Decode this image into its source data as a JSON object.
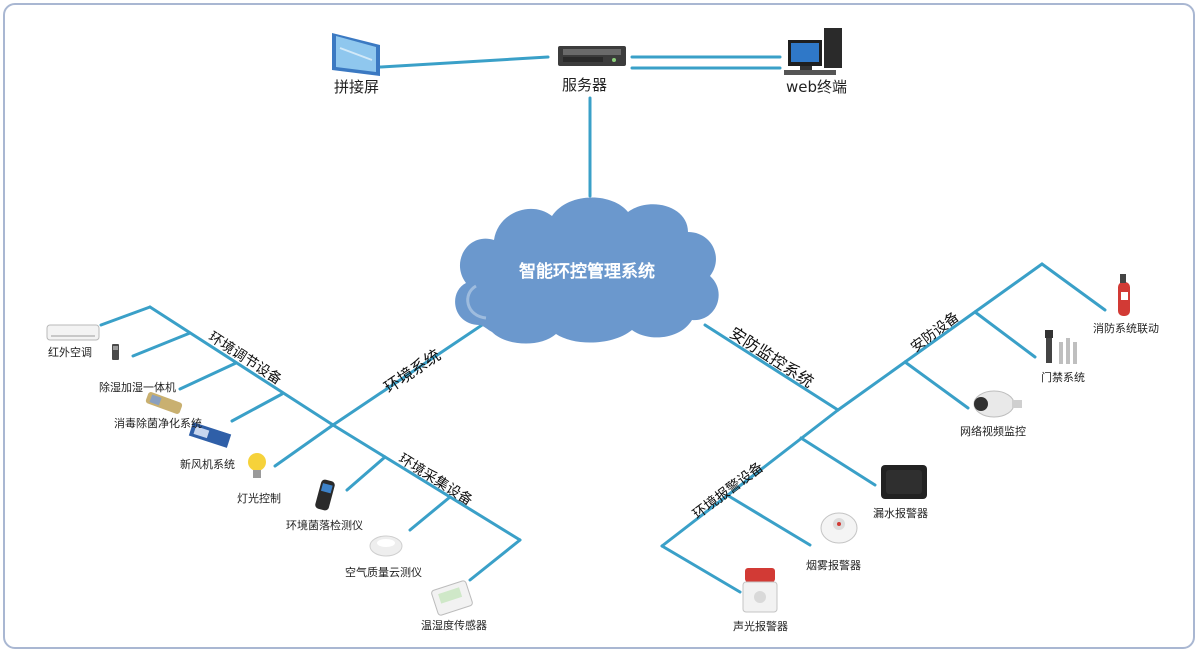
{
  "top": {
    "screen": "拼接屏",
    "server": "服务器",
    "web": "web终端"
  },
  "core": "智能环控管理系统",
  "left": {
    "branch": "环境系统",
    "sub1": "环境调节设备",
    "sub2": "环境采集设备",
    "devices1": [
      "红外空调",
      "除湿加湿一体机",
      "消毒除菌净化系统",
      "新风机系统",
      "灯光控制"
    ],
    "devices2": [
      "环境菌落检测仪",
      "空气质量云测仪",
      "温湿度传感器"
    ]
  },
  "right": {
    "branch": "安防监控系统",
    "sub1": "安防设备",
    "sub2": "环境报警设备",
    "devices1": [
      "消防系统联动",
      "门禁系统",
      "网络视频监控"
    ],
    "devices2": [
      "漏水报警器",
      "烟雾报警器",
      "声光报警器"
    ]
  },
  "colors": {
    "line": "#3aa0c8",
    "cloud": "#6b98cd",
    "frame": "#a9b7d2"
  }
}
